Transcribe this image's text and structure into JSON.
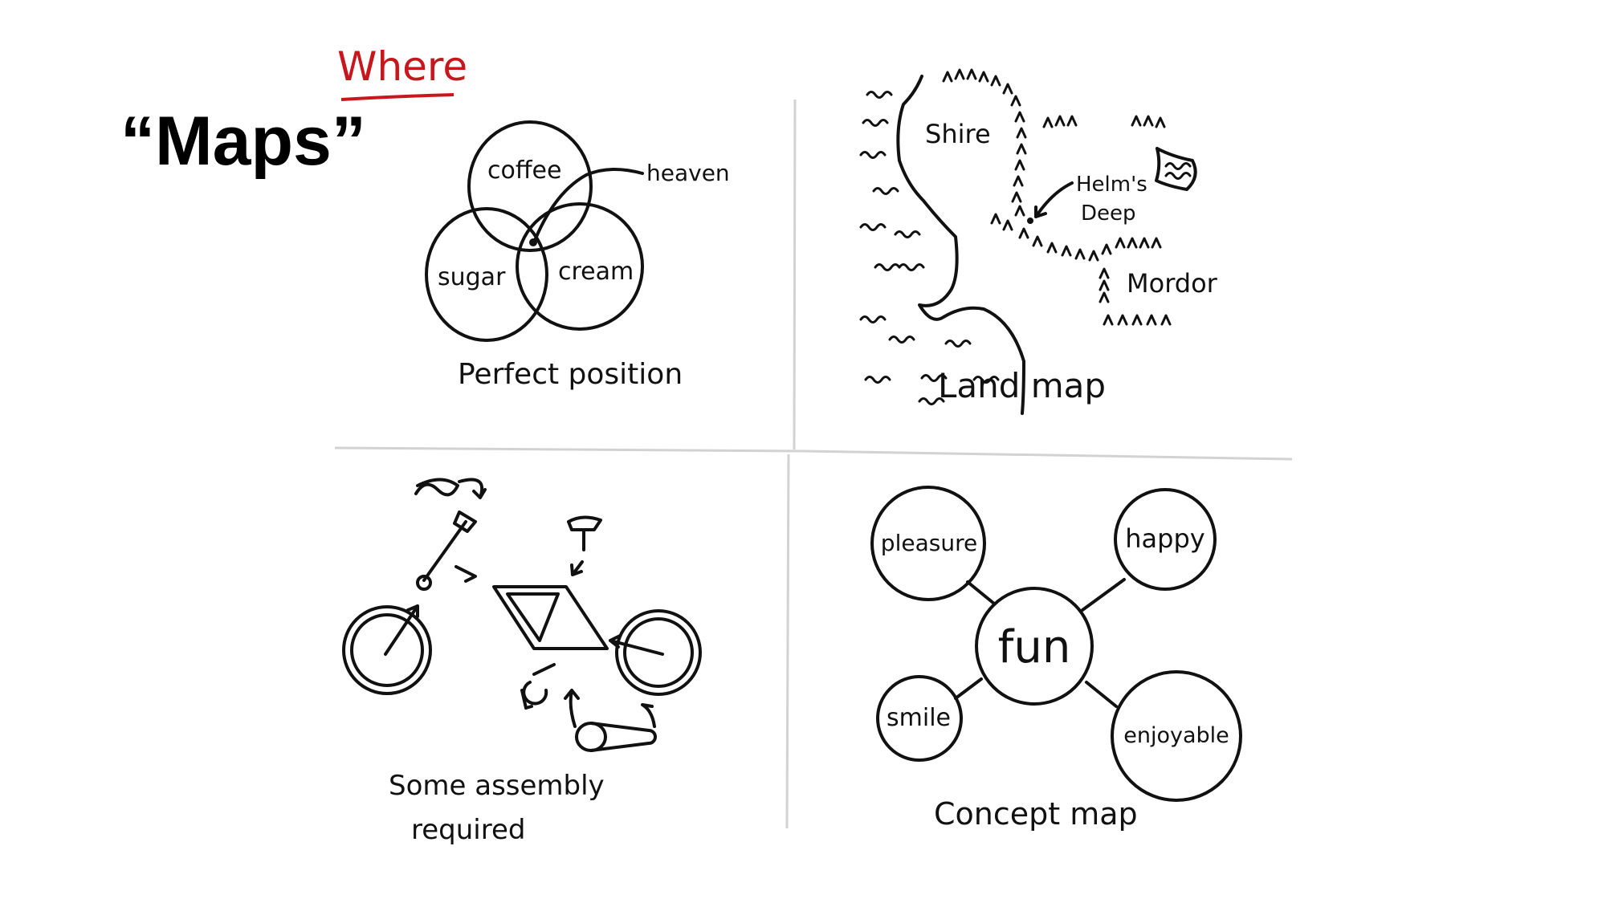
{
  "slide": {
    "title": "“Maps”",
    "annotation": "Where",
    "annotation_color": "#c8161d"
  },
  "panels": {
    "venn": {
      "caption": "Perfect position",
      "circles": [
        "coffee",
        "sugar",
        "cream"
      ],
      "pointer_label": "heaven"
    },
    "land_map": {
      "caption": "Land map",
      "places": [
        "Shire",
        "Helm's",
        "Deep",
        "Mordor"
      ]
    },
    "assembly": {
      "caption_line1": "Some assembly",
      "caption_line2": "required"
    },
    "concept_map": {
      "caption": "Concept map",
      "center": "fun",
      "nodes": [
        "pleasure",
        "happy",
        "smile",
        "enjoyable"
      ]
    }
  }
}
